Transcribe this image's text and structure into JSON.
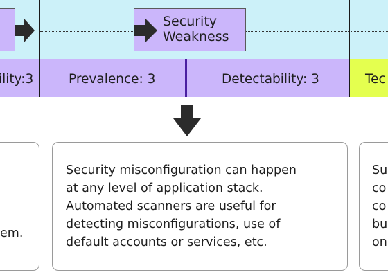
{
  "flow": {
    "nodes": [
      {
        "label_lines": [
          "Security",
          "Weakness"
        ]
      }
    ]
  },
  "metrics": {
    "exploitability_partial": "ility:3",
    "prevalence": "Prevalence: 3",
    "detectability": "Detectability: 3",
    "technical_partial": "Tec"
  },
  "cards": {
    "left_partial_lines": [
      "em."
    ],
    "center_lines": [
      "Security misconfiguration can happen",
      "at any level of application stack.",
      "Automated scanners are useful for",
      "detecting misconfigurations, use of",
      "default accounts or services, etc."
    ],
    "right_partial_lines": [
      "Su",
      "co",
      "co",
      "bu",
      "on"
    ]
  },
  "colors": {
    "flow_band": "#ccf1f9",
    "metric_band": "#cbb6fb",
    "box_fill": "#cbb6fb",
    "technical_highlight": "#e4ff4f",
    "divider": "#4a1fa0",
    "arrow": "#2b2b2b"
  },
  "icons": [
    "right-arrow-icon",
    "down-arrow-icon"
  ]
}
